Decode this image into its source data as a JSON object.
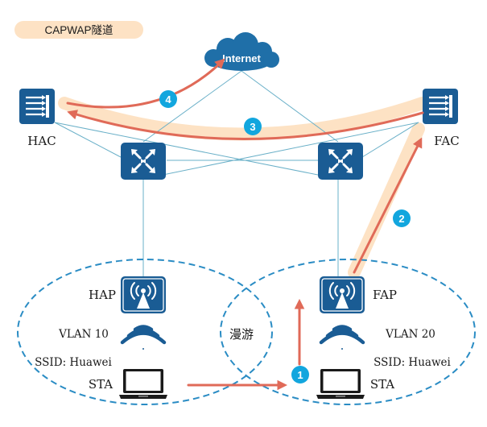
{
  "legend": {
    "label": "CAPWAP隧道",
    "color": "#fde2c4"
  },
  "cloud": {
    "label": "Internet",
    "fill": "#1f6fa8"
  },
  "devices": {
    "hac": {
      "label": "HAC",
      "icon": "access-controller-icon"
    },
    "fac": {
      "label": "FAC",
      "icon": "access-controller-icon"
    },
    "switch_left": {
      "icon": "switch-icon"
    },
    "switch_right": {
      "icon": "switch-icon"
    },
    "hap": {
      "label": "HAP",
      "icon": "access-point-icon"
    },
    "fap": {
      "label": "FAP",
      "icon": "access-point-icon"
    }
  },
  "areas": {
    "home": {
      "vlan": "VLAN 10",
      "ssid": "SSID: Huawei",
      "sta": "STA"
    },
    "foreign": {
      "vlan": "VLAN 20",
      "ssid": "SSID: Huawei",
      "sta": "STA"
    },
    "roam_label": "漫游"
  },
  "steps": [
    "1",
    "2",
    "3",
    "4"
  ],
  "colors": {
    "device": "#1a5c94",
    "link": "#6ab0c8",
    "arrow": "#e06a58",
    "tunnel": "#fde2c4",
    "badge": "#12a6de",
    "ellipse": "#2a8cc4"
  }
}
